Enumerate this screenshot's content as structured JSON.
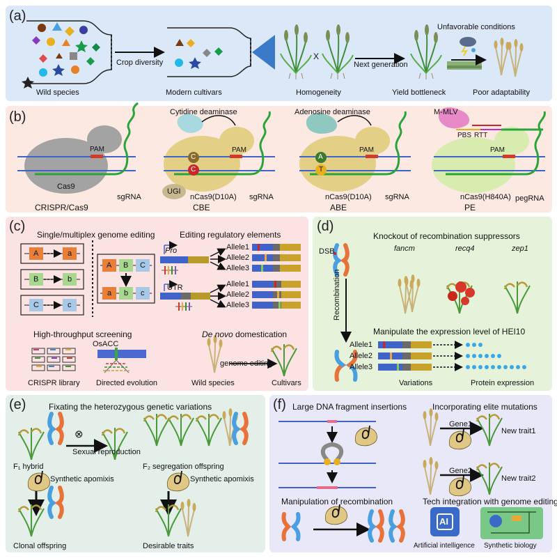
{
  "panels": {
    "a": {
      "label": "(a)",
      "crop_diversity": "Crop diversity",
      "wild_species": "Wild species",
      "modern_cultivars": "Modern cultivars",
      "x": "X",
      "next_generation": "Next generation",
      "unfavorable": "Unfavorable  conditions",
      "homogeneity": "Homogeneity",
      "yield_bottleneck": "Yield bottleneck",
      "poor_adaptability": "Poor adaptability"
    },
    "b": {
      "label": "(b)",
      "pam": "PAM",
      "cas9": "Cas9",
      "sgrna": "sgRNA",
      "crispr": "CRISPR/Cas9",
      "cytidine": "Cytidine deaminase",
      "c": "C",
      "ugi": "UGI",
      "ncas9_d10a": "nCas9(D10A)",
      "cbe": "CBE",
      "adenosine": "Adenosine deaminase",
      "a": "A",
      "tt": "T",
      "abe": "ABE",
      "mmlv": "M-MLV",
      "pbs": "PBS",
      "rtt": "RTT",
      "ncas9_h840a": "nCas9(H840A)",
      "pegrna": "pegRNA",
      "pe": "PE"
    },
    "c": {
      "label": "(c)",
      "single_multiplex": "Single/multiplex genome editing",
      "box_A": "A",
      "box_a": "a",
      "box_B": "B",
      "box_b": "b",
      "box_C": "C",
      "box_c": "c",
      "editing_regulatory": "Editing regulatory elements",
      "pro": "Pro",
      "utr": "UTR",
      "allele1": "Allele1",
      "allele2": "Allele2",
      "allele3": "Allele3",
      "hts": "High-throughput screening",
      "osacc": "OsACC",
      "crispr_library": "CRISPR library",
      "directed_evolution": "Directed evolution",
      "de_novo": "De novo",
      "domestication": " domestication",
      "genome_editing": "genome editing",
      "wild_species": "Wild species",
      "cultivars": "Cultivars"
    },
    "d": {
      "label": "(d)",
      "knockout": "Knockout of recombination suppressors",
      "dsb": "DSB",
      "fancm": "fancm",
      "recq4": "recq4",
      "zep1": "zep1",
      "recombination": "Recombination",
      "manipulate": "Manipulate the expression level of HEI10",
      "allele1": "Allele1",
      "allele2": "Allele2",
      "allele3": "Allele3",
      "variations": "Variations",
      "protein_expression": "Protein expression"
    },
    "e": {
      "label": "(e)",
      "title": "Fixating the heterozygous genetic variations",
      "otimes": "⊗",
      "sexual": "Sexual reproduction",
      "f1": "F₁ hybrid",
      "f2": "F₂ segregation offspring",
      "synthetic1": "Synthetic apomixis",
      "synthetic2": "Synthetic apomixis",
      "clonal": "Clonal offspring",
      "desirable": "Desirable traits"
    },
    "f": {
      "label": "(f)",
      "large_dna": "Large DNA fragment insertions",
      "incorporating": "Incorporating elite mutations",
      "gene1": "Gene1",
      "new_trait1": "New trait1",
      "gene2": "Gene2",
      "new_trait2": "New trait2",
      "manipulation": "Manipulation of recombination",
      "tech": "Tech integration with genome editing",
      "ai_badge": "AI",
      "ai": "Artificial intelligence",
      "synbio": "Synthetic biology"
    }
  },
  "colors": {
    "panel_a": "#dbe8f7",
    "panel_b": "#fbe9e2",
    "panel_c": "#fbe3e3",
    "panel_d": "#e6f3da",
    "panel_e": "#e3efe8",
    "panel_f": "#e9e8f8",
    "dna_blue": "#3f63c8",
    "sgrna_green": "#2aa33a",
    "pam_red": "#d43a2a",
    "cas_grey": "#a3a3a3",
    "cas_tan": "#e3cf86",
    "chrom_blue": "#4a9fe0",
    "chrom_orange": "#e8733a"
  }
}
